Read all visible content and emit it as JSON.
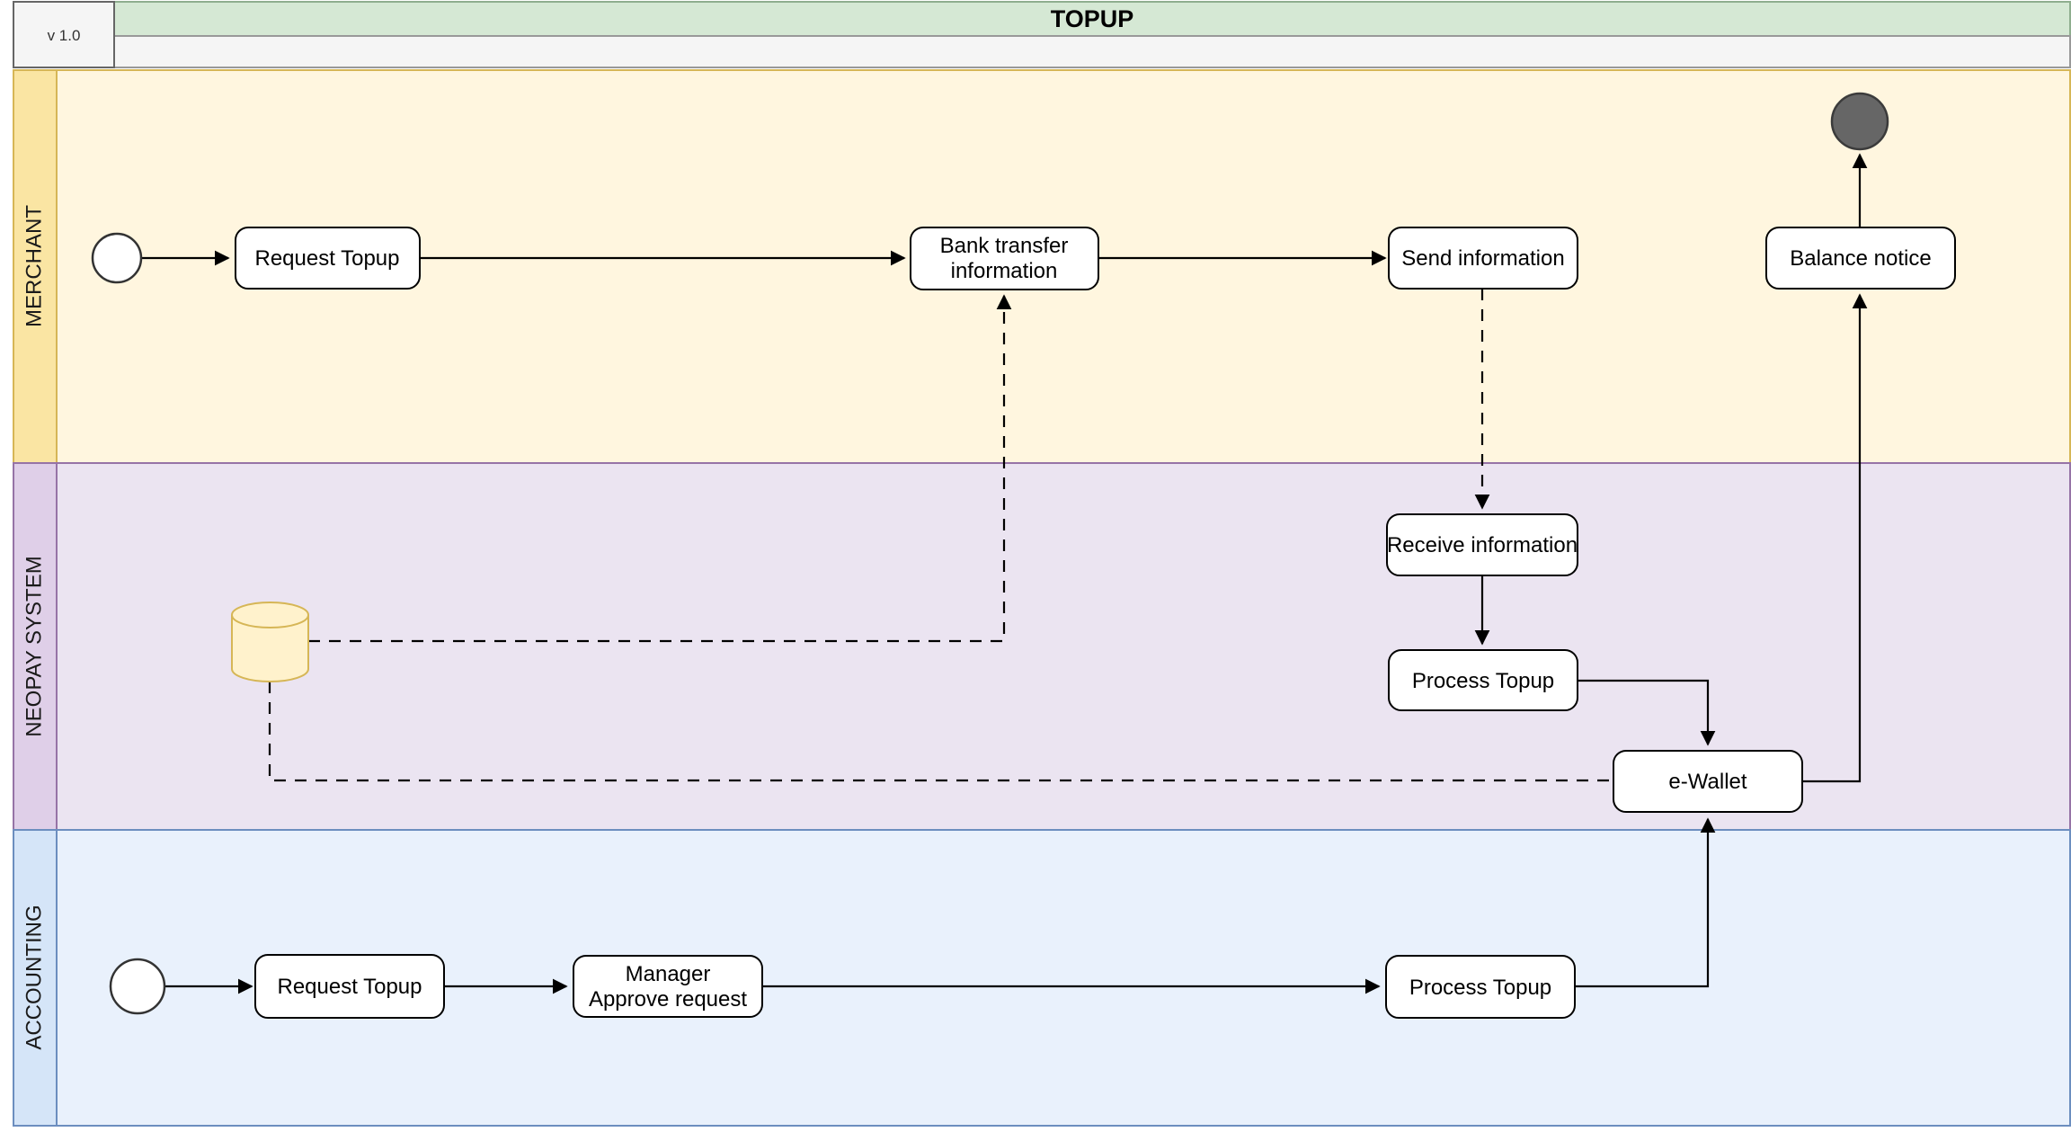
{
  "header": {
    "version": "v 1.0",
    "title": "TOPUP"
  },
  "lanes": [
    {
      "id": "merchant",
      "label": "MERCHANT"
    },
    {
      "id": "neopay-system",
      "label": "NEOPAY SYSTEM"
    },
    {
      "id": "accounting",
      "label": "ACCOUNTING"
    }
  ],
  "nodes": {
    "merchant_request_topup": {
      "label": "Request Topup"
    },
    "bank_transfer_info": {
      "lines": [
        "Bank transfer",
        "information"
      ]
    },
    "send_information": {
      "label": "Send information"
    },
    "balance_notice": {
      "label": "Balance notice"
    },
    "receive_information": {
      "label": "Receive information"
    },
    "neopay_process_topup": {
      "label": "Process Topup"
    },
    "e_wallet": {
      "label": "e-Wallet"
    },
    "accounting_request_topup": {
      "label": "Request Topup"
    },
    "manager_approve_request": {
      "lines": [
        "Manager",
        "Approve request"
      ]
    },
    "accounting_process_topup": {
      "label": "Process Topup"
    }
  },
  "colors": {
    "header_green_fill": "#D5E8D4",
    "header_green_stroke": "#8FAE8F",
    "phase_band_fill": "#F5F5F5",
    "phase_band_stroke": "#999999",
    "version_box_fill": "#F5F5F5",
    "version_box_stroke": "#666666",
    "merchant_strip_fill": "#FAE5A3",
    "merchant_content_fill": "#FFF6DF",
    "merchant_stroke": "#D6B656",
    "neopay_strip_fill": "#DFCFE8",
    "neopay_content_fill": "#EBE4F1",
    "neopay_stroke": "#9673A6",
    "accounting_strip_fill": "#D5E5F8",
    "accounting_content_fill": "#E9F1FC",
    "accounting_stroke": "#6C8EBF",
    "database_fill": "#FFF2CC",
    "database_stroke": "#D6B656",
    "end_event_fill": "#666666",
    "end_event_stroke": "#3B3B3B",
    "node_fill": "#FFFFFF",
    "edge_color": "#000000"
  }
}
